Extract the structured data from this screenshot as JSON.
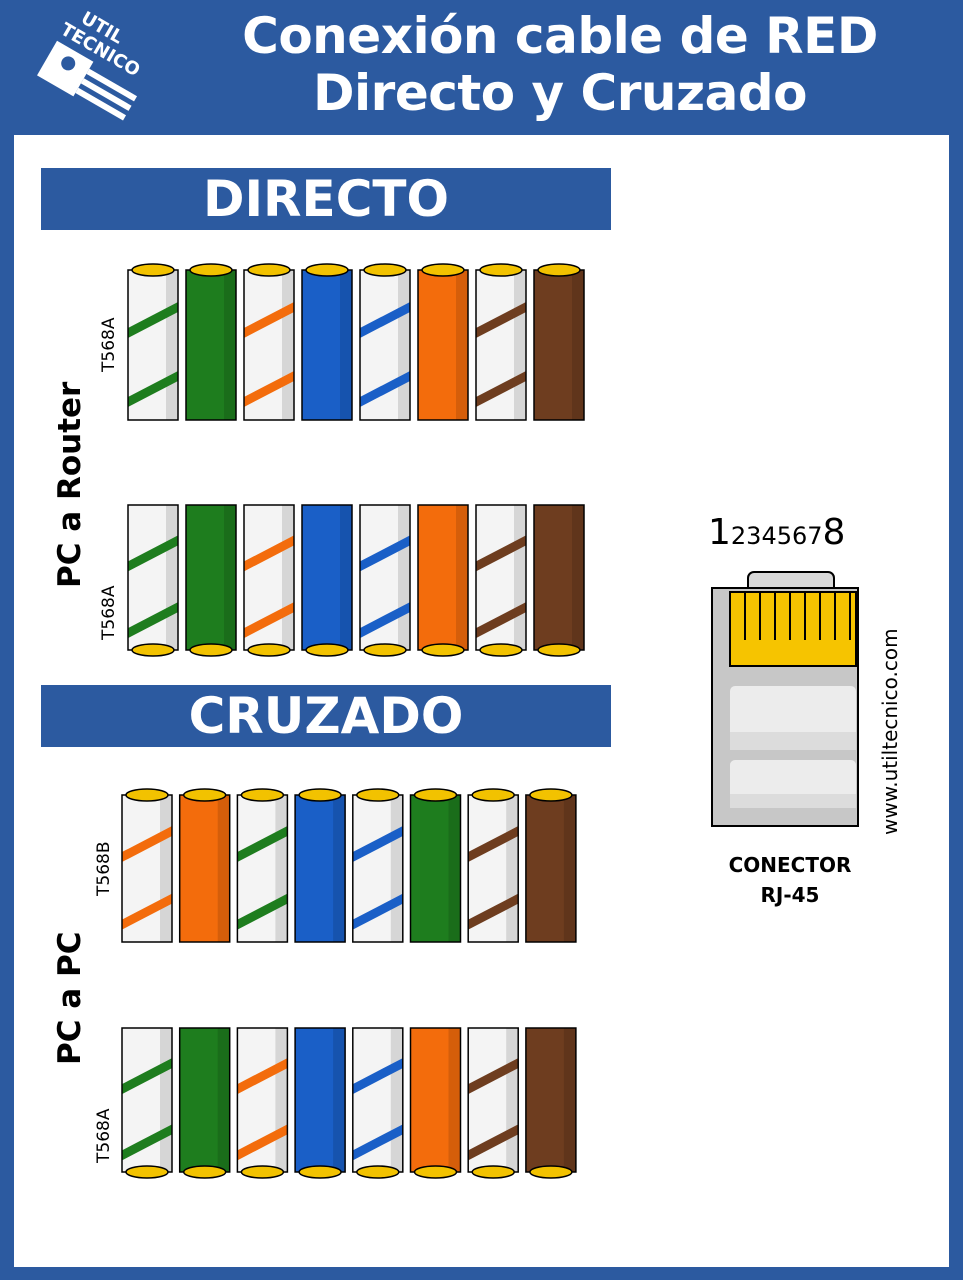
{
  "header": {
    "title_line1": "Conexión cable de RED",
    "title_line2": "Directo y Cruzado",
    "logo_line1": "UTIL",
    "logo_line2": "TECNICO"
  },
  "sections": {
    "directo": {
      "title": "DIRECTO",
      "side_label": "PC a Router",
      "top_standard": "T568A",
      "bottom_standard": "T568A"
    },
    "cruzado": {
      "title": "CRUZADO",
      "side_label": "PC a PC",
      "top_standard": "T568B",
      "bottom_standard": "T568A"
    }
  },
  "wiring": {
    "T568A": [
      "white-green",
      "green",
      "white-orange",
      "blue",
      "white-blue",
      "orange",
      "white-brown",
      "brown"
    ],
    "T568B": [
      "white-orange",
      "orange",
      "white-green",
      "blue",
      "white-blue",
      "green",
      "white-brown",
      "brown"
    ]
  },
  "colors": {
    "green": "#1e7d1e",
    "orange": "#f36c0c",
    "blue": "#1a5fc7",
    "brown": "#6e3d1f",
    "white": "#f4f4f4",
    "gold": "#f2c200",
    "brand_blue": "#2c5aa0"
  },
  "connector": {
    "pin_first": "1",
    "pin_middle": "234567",
    "pin_last": "8",
    "label_line1": "CONECTOR",
    "label_line2": "RJ-45",
    "website": "www.utiltecnico.com"
  }
}
